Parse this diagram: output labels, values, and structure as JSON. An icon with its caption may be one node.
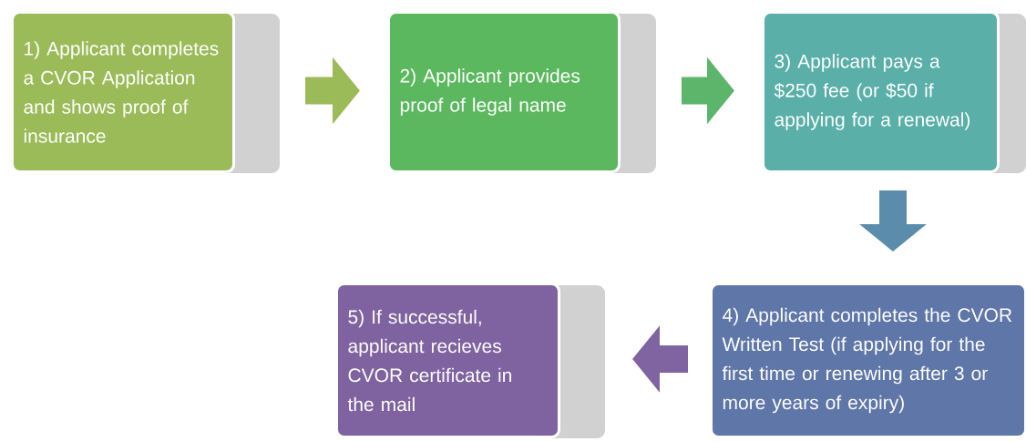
{
  "diagram": {
    "nodes": [
      {
        "text": [
          "1) Applicant completes a CVOR Application and shows proof of insurance"
        ]
      },
      {
        "text": [
          "2) Applicant provides proof of legal name"
        ]
      },
      {
        "text": [
          "3) Applicant pays a $250 fee (or $50 if applying for a renewal)"
        ]
      },
      {
        "text": [
          "4) Applicant completes the CVOR Written Test (if applying for the first time or renewing after 3 or more years of expiry)"
        ]
      },
      {
        "text": [
          "5) If successful, applicant recieves CVOR certificate in the mail"
        ]
      }
    ],
    "edges": [
      {
        "from": 0,
        "to": 1,
        "arrow": "to",
        "color": "#9bbb59"
      },
      {
        "from": 1,
        "to": 2,
        "arrow": "to",
        "color": "#5db56b"
      },
      {
        "from": 2,
        "to": 3,
        "arrow": "to",
        "color": "#5b8cac"
      },
      {
        "from": 3,
        "to": 4,
        "arrow": "to",
        "color": "#8064a2"
      }
    ]
  }
}
